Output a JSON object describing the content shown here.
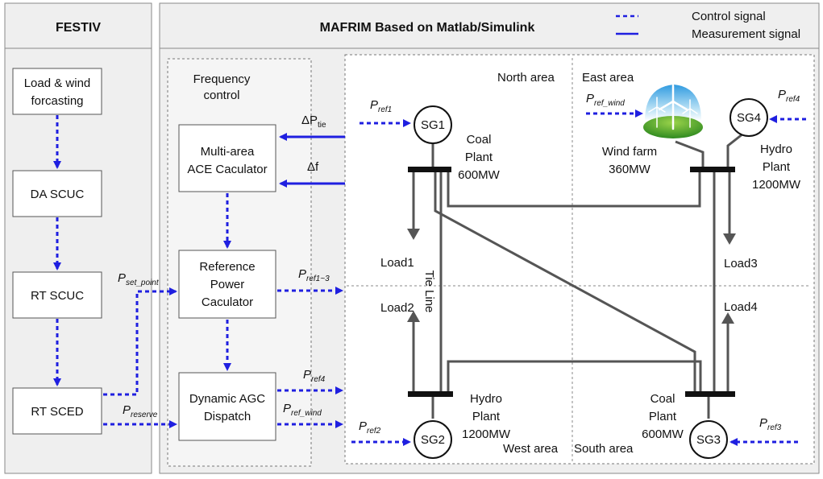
{
  "festiv": {
    "title": "FESTIV",
    "steps": [
      {
        "line1": "Load & wind",
        "line2": "forcasting"
      },
      {
        "line1": "DA SCUC"
      },
      {
        "line1": "RT SCUC"
      },
      {
        "line1": "RT SCED"
      }
    ]
  },
  "mafrim": {
    "title": "MAFRIM Based on Matlab/Simulink",
    "legend": {
      "control": "Control signal",
      "measurement": "Measurement signal"
    }
  },
  "frequency_control": {
    "title_line1": "Frequency",
    "title_line2": "control",
    "ace": {
      "line1": "Multi-area",
      "line2": "ACE Caculator"
    },
    "rpc": {
      "line1": "Reference",
      "line2": "Power",
      "line3": "Caculator"
    },
    "agc": {
      "line1": "Dynamic AGC",
      "line2": "Dispatch"
    }
  },
  "signals": {
    "p_set_point": {
      "base": "P",
      "sub": "set_point"
    },
    "p_reserve": {
      "base": "P",
      "sub": "reserve"
    },
    "delta_p_tie": {
      "base": "ΔP",
      "sub": "tie"
    },
    "delta_f": "Δf",
    "p_ref1_3": {
      "base": "P",
      "sub": "ref1~3"
    },
    "p_ref4": {
      "base": "P",
      "sub": "ref4"
    },
    "p_ref_wind": {
      "base": "P",
      "sub": "ref_wind"
    },
    "p_ref1": {
      "base": "P",
      "sub": "ref1"
    },
    "p_ref2": {
      "base": "P",
      "sub": "ref2"
    },
    "p_ref3": {
      "base": "P",
      "sub": "ref3"
    },
    "p_ref4_sg4": {
      "base": "P",
      "sub": "ref4"
    },
    "p_ref_wind_farm": {
      "base": "P",
      "sub": "ref_wind"
    }
  },
  "areas": {
    "north": "North area",
    "east": "East area",
    "west": "West area",
    "south": "South area"
  },
  "generators": {
    "sg1": "SG1",
    "sg2": "SG2",
    "sg3": "SG3",
    "sg4": "SG4"
  },
  "plants": {
    "coal_north": {
      "line1": "Coal",
      "line2": "Plant",
      "line3": "600MW"
    },
    "wind_farm": {
      "line1": "Wind farm",
      "line2": "360MW"
    },
    "hydro_east": {
      "line1": "Hydro",
      "line2": "Plant",
      "line3": "1200MW"
    },
    "hydro_west": {
      "line1": "Hydro",
      "line2": "Plant",
      "line3": "1200MW"
    },
    "coal_south": {
      "line1": "Coal",
      "line2": "Plant",
      "line3": "600MW"
    }
  },
  "loads": {
    "load1": "Load1",
    "load2": "Load2",
    "load3": "Load3",
    "load4": "Load4"
  },
  "tie_line": "Tie Line",
  "colors": {
    "signal_blue": "#1f1fe0",
    "line_gray": "#555555",
    "panel_bg": "#efefef",
    "panel_border": "#8a8a8a"
  }
}
